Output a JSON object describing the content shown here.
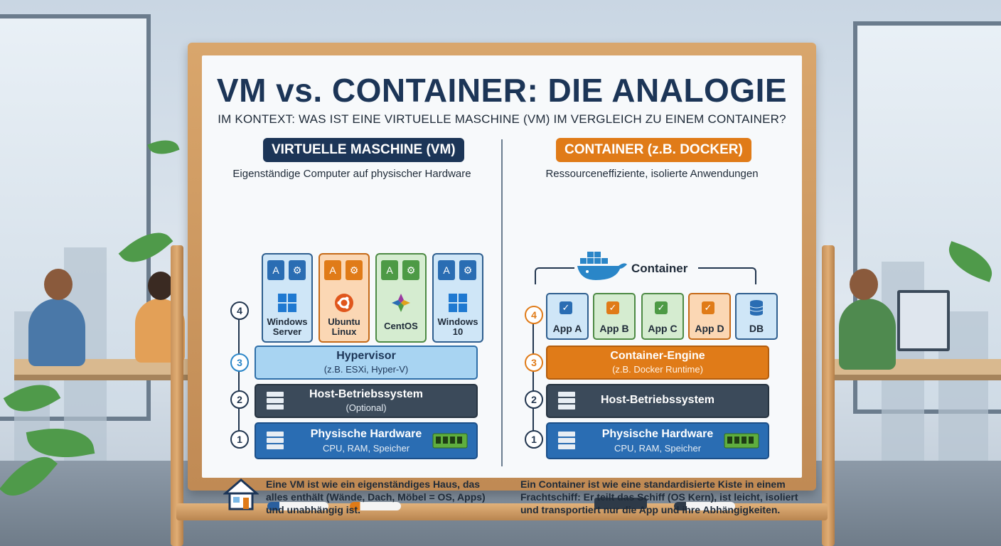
{
  "title": "VM vs. CONTAINER: DIE ANALOGIE",
  "subtitle": "IM KONTEXT: WAS IST EINE VIRTUELLE MASCHINE (VM) IM VERGLEICH ZU EINEM CONTAINER?",
  "colors": {
    "navy": "#1c3557",
    "orange": "#e07b18",
    "light_blue": "#a8d4f2",
    "dark_slate": "#3b4a5a",
    "blue": "#2a6db3"
  },
  "vm": {
    "heading": "VIRTUELLE MASCHINE (VM)",
    "description": "Eigenständige Computer auf physischer Hardware",
    "guests": [
      {
        "line1": "Windows",
        "line2": "Server",
        "icon": "windows-icon"
      },
      {
        "line1": "Ubuntu",
        "line2": "Linux",
        "icon": "ubuntu-icon"
      },
      {
        "line1": "CentOS",
        "line2": "",
        "icon": "centos-icon"
      },
      {
        "line1": "Windows",
        "line2": "10",
        "icon": "windows-icon"
      }
    ],
    "layers": {
      "hypervisor": {
        "num": "3",
        "title": "Hypervisor",
        "sub": "(z.B. ESXi, Hyper-V)"
      },
      "host_os": {
        "num": "2",
        "title": "Host-Betriebssystem",
        "sub": "(Optional)"
      },
      "hardware": {
        "num": "1",
        "title": "Physische Hardware",
        "sub": "CPU, RAM, Speicher"
      }
    },
    "guest_num": "4",
    "note": [
      "Eine VM ist wie ein eigenständiges Haus, das",
      "alles enthält (Wände, Dach, Möbel = OS, Apps)",
      "und unabhängig ist."
    ]
  },
  "container": {
    "heading": "CONTAINER (z.B. DOCKER)",
    "description": "Ressourceneffiziente, isolierte Anwendungen",
    "group_label": "Container",
    "apps": [
      "App A",
      "App B",
      "App C",
      "App D",
      "DB"
    ],
    "layers": {
      "engine": {
        "num": "3",
        "title": "Container-Engine",
        "sub": "(z.B. Docker Runtime)"
      },
      "host_os": {
        "num": "2",
        "title": "Host-Betriebssystem"
      },
      "hardware": {
        "num": "1",
        "title": "Physische Hardware",
        "sub": "CPU, RAM, Speicher"
      }
    },
    "app_num": "4",
    "note": [
      "Ein Container ist wie eine standardisierte Kiste in einem",
      "Frachtschiff: Er teilt das Schiff (OS Kern), ist leicht, isoliert",
      "und transportiert nur die App und ihre Abhängigkeiten."
    ]
  }
}
